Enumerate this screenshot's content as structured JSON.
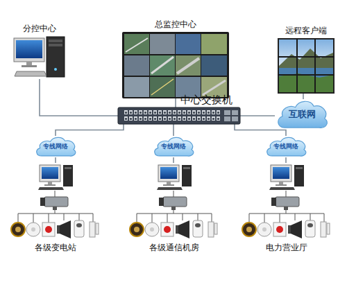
{
  "diagram": {
    "nodes": [
      {
        "text": [
          "分控中心"
        ]
      },
      {
        "text": [
          "总监控中心"
        ]
      },
      {
        "text": [
          "远程客户端"
        ]
      },
      {
        "text": [
          "中心交换机"
        ]
      },
      {
        "text": [
          "互联网"
        ]
      },
      {
        "text": [
          "专线网络"
        ]
      },
      {
        "text": [
          "专线网络"
        ]
      },
      {
        "text": [
          "专线网络"
        ]
      },
      {
        "text": [
          "各级变电站"
        ]
      },
      {
        "text": [
          "各级通信机房"
        ]
      },
      {
        "text": [
          "电力营业厅"
        ]
      }
    ],
    "edges": [
      {
        "from": 0,
        "to": 3,
        "arrow": "none"
      },
      {
        "from": 1,
        "to": 3,
        "arrow": "none"
      },
      {
        "from": 3,
        "to": 4,
        "arrow": "none"
      },
      {
        "from": 4,
        "to": 2,
        "arrow": "none"
      },
      {
        "from": 3,
        "to": 5,
        "arrow": "none"
      },
      {
        "from": 3,
        "to": 6,
        "arrow": "none"
      },
      {
        "from": 3,
        "to": 7,
        "arrow": "none"
      },
      {
        "from": 5,
        "to": 8,
        "arrow": "none"
      },
      {
        "from": 6,
        "to": 9,
        "arrow": "none"
      },
      {
        "from": 7,
        "to": 10,
        "arrow": "none"
      }
    ]
  }
}
